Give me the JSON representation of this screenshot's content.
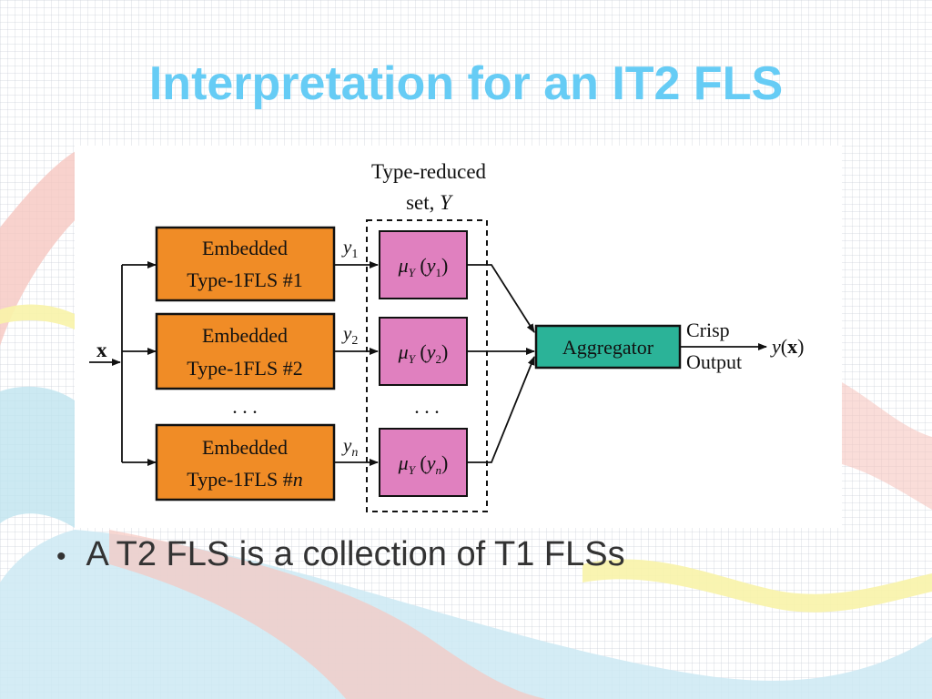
{
  "slide": {
    "title": "Interpretation for an IT2 FLS",
    "bullet": "A T2 FLS is a collection of T1 FLSs"
  },
  "diagram": {
    "input_label": "x",
    "type_reduced_label_line1": "Type-reduced",
    "type_reduced_label_line2": "set, ",
    "type_reduced_symbol": "Y",
    "embedded_fls": [
      {
        "line1": "Embedded",
        "line2": "Type-1FLS #1",
        "output": "y",
        "subscript": "1"
      },
      {
        "line1": "Embedded",
        "line2": "Type-1FLS #2",
        "output": "y",
        "subscript": "2"
      },
      {
        "line1": "Embedded",
        "line2": "Type-1FLS #",
        "line2_italic": "n",
        "output": "y",
        "subscript": "n"
      }
    ],
    "membership_symbol": "μ",
    "membership_sub": "Y",
    "ellipsis": ". . .",
    "aggregator_label": "Aggregator",
    "crisp_line1": "Crisp",
    "crisp_line2": "Output",
    "output_symbol": "y",
    "output_arg": "x",
    "colors": {
      "embedded_fill": "#f08c26",
      "membership_fill": "#e080bf",
      "aggregator_fill": "#2bb398",
      "title_color": "#66ccf5"
    }
  }
}
